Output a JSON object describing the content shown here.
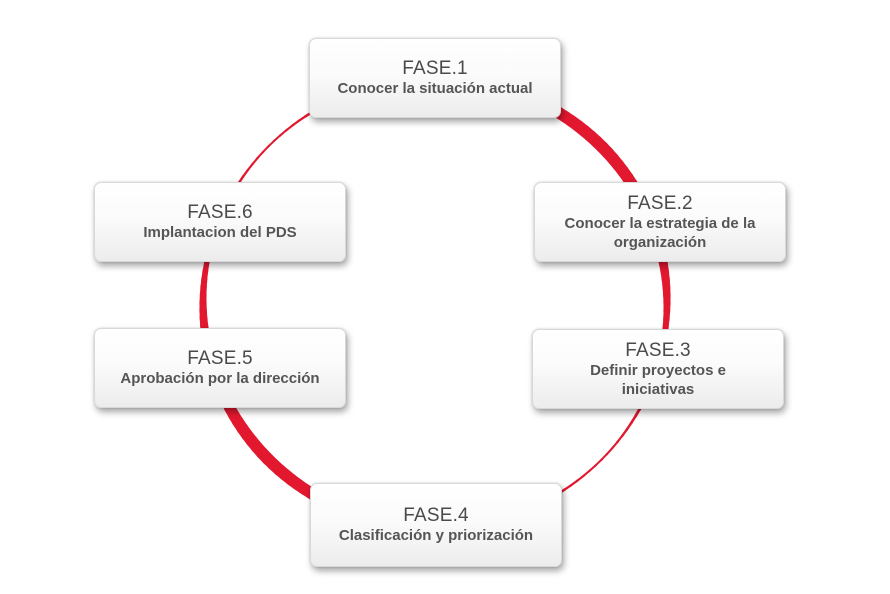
{
  "colors": {
    "ring": "#e2182f",
    "box_top": "#ffffff",
    "box_bottom": "#ececec",
    "text": "#4d4d4d"
  },
  "phases": [
    {
      "title": "FASE.1",
      "description": "Conocer la situación actual"
    },
    {
      "title": "FASE.2",
      "description": "Conocer la estrategia de la organización"
    },
    {
      "title": "FASE.3",
      "description": "Definir proyectos e iniciativas"
    },
    {
      "title": "FASE.4",
      "description": "Clasificación y priorización"
    },
    {
      "title": "FASE.5",
      "description": "Aprobación por la dirección"
    },
    {
      "title": "FASE.6",
      "description": "Implantacion del PDS"
    }
  ]
}
